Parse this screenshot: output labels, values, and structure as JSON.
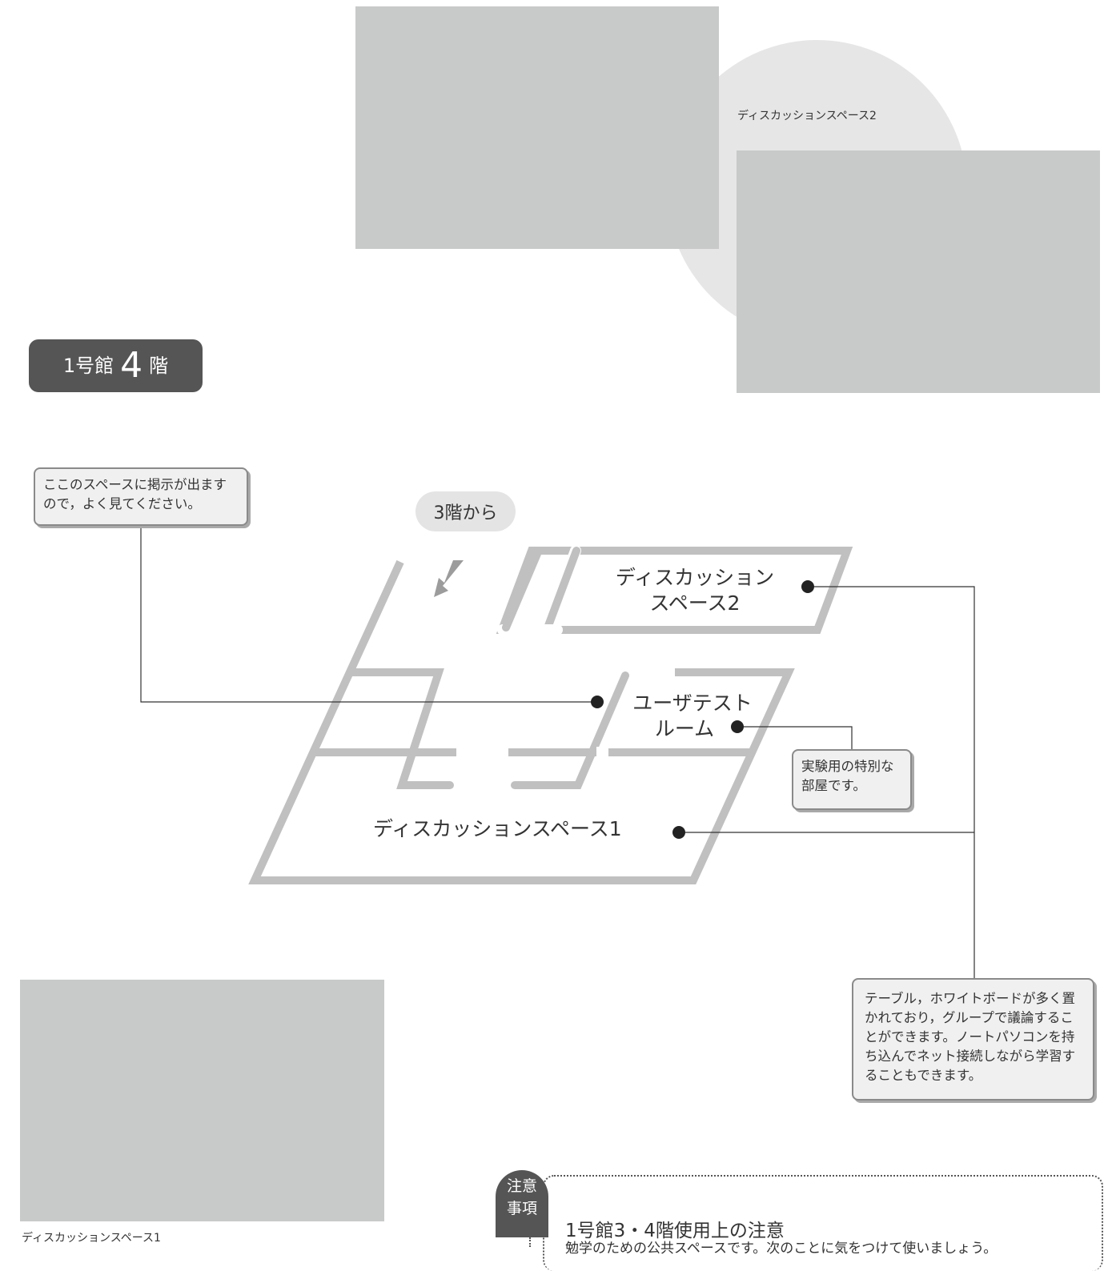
{
  "photos": {
    "top_caption": "ディスカッションスペース2",
    "bottom_caption": "ディスカッションスペース1"
  },
  "floor_title": {
    "building": "1号館",
    "floor_number": "4",
    "floor_suffix": "階"
  },
  "callouts": {
    "notice_board": "ここのスペースに掲示が出ますので，よく見てください。",
    "user_test_room": "実験用の特別な部屋です。",
    "discussion_space": "テーブル，ホワイトボードが多く置かれており，グループで議論することができます。ノートパソコンを持ち込んでネット接続しながら学習することもできます。"
  },
  "floor_plan": {
    "entry_label": "3階から",
    "rooms": {
      "discussion_2_line1": "ディスカッション",
      "discussion_2_line2": "スペース2",
      "user_test_line1": "ユーザテスト",
      "user_test_line2": "ルーム",
      "discussion_1": "ディスカッションスペース1"
    }
  },
  "notice": {
    "badge_line1": "注意",
    "badge_line2": "事項",
    "title": "1号館3・4階使用上の注意",
    "body": "勉学のための公共スペースです。次のことに気をつけて使いましょう。"
  },
  "colors": {
    "wall": "#c0c0c0",
    "badge": "#555555",
    "photo_placeholder": "#c8c9c9"
  }
}
